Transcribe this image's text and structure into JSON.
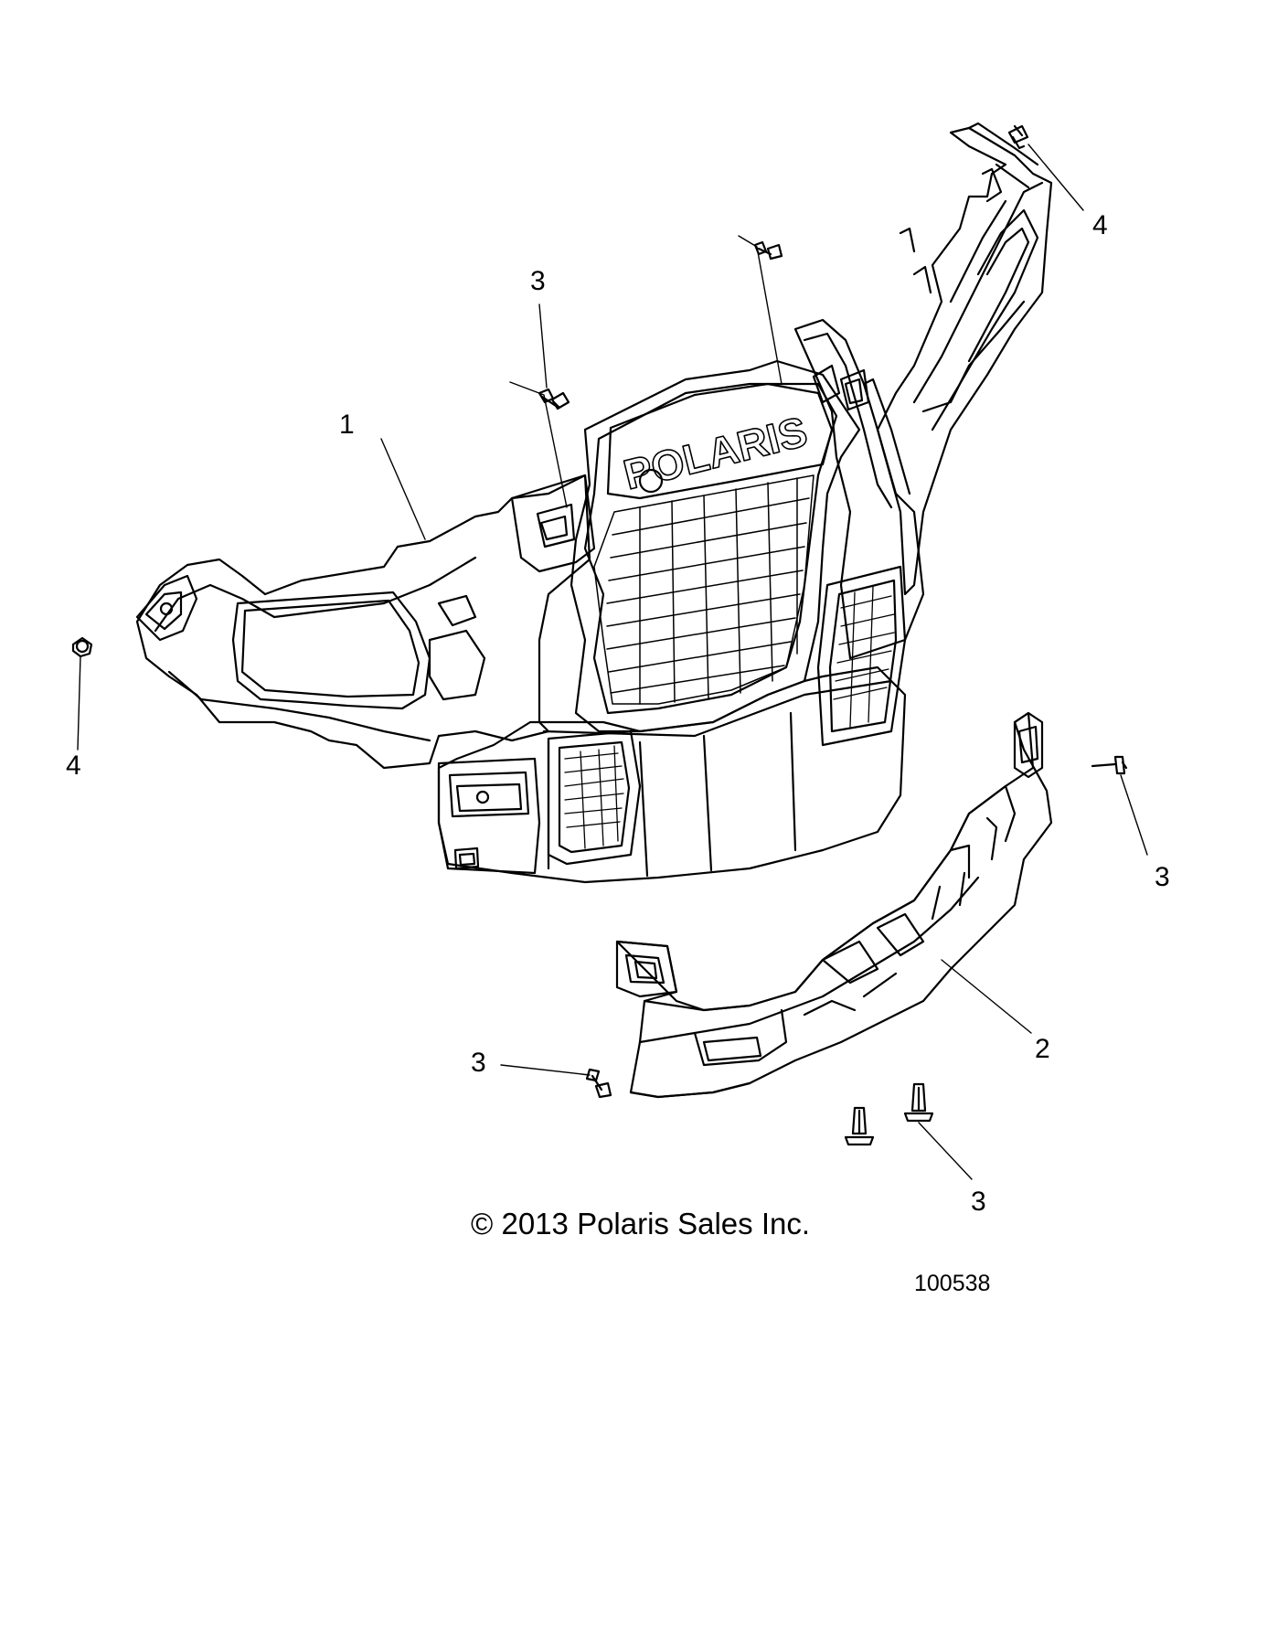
{
  "callouts": {
    "c1": "1",
    "c2": "2",
    "c3a": "3",
    "c3b": "3",
    "c3c": "3",
    "c3d": "3",
    "c4a": "4",
    "c4b": "4"
  },
  "brand_mark": "POLARIS",
  "copyright": "© 2013 Polaris Sales Inc.",
  "figure_number": "100538",
  "colors": {
    "line": "#000000",
    "background": "#ffffff"
  }
}
